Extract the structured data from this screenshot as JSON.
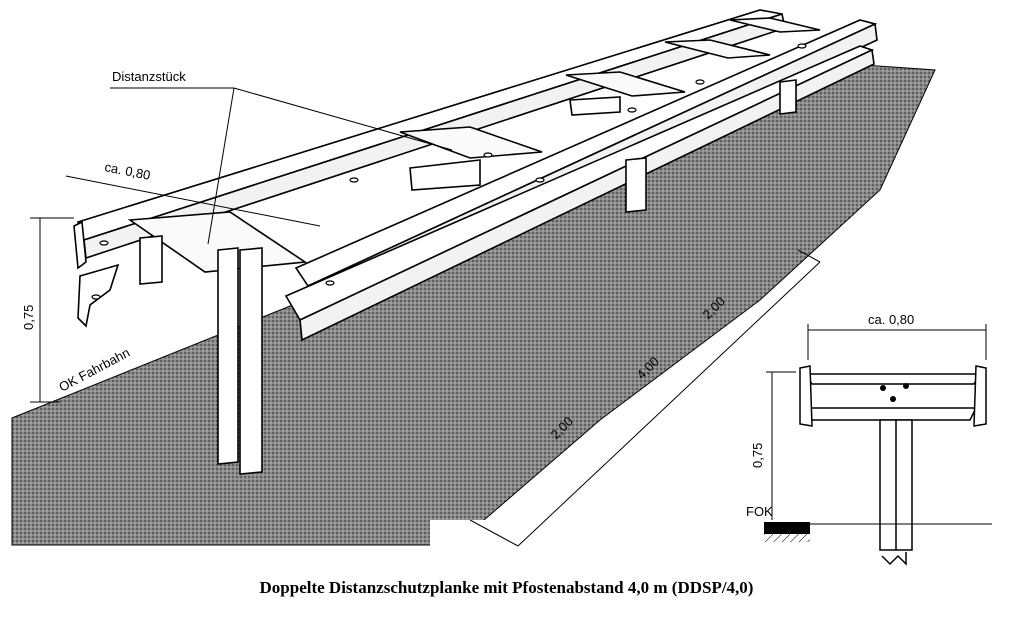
{
  "labels": {
    "spacer": "Distanzstück",
    "width": "ca. 0,80",
    "height": "0,75",
    "road_surface": "OK Fahrbahn",
    "dim_post_a": "2,00",
    "dim_spacing": "4,00",
    "dim_post_b": "2,00",
    "detail_width": "ca. 0,80",
    "detail_height": "0,75",
    "detail_fok": "FOK"
  },
  "caption": "Doppelte Distanzschutzplanke mit Pfostenabstand 4,0 m (DDSP/4,0)"
}
